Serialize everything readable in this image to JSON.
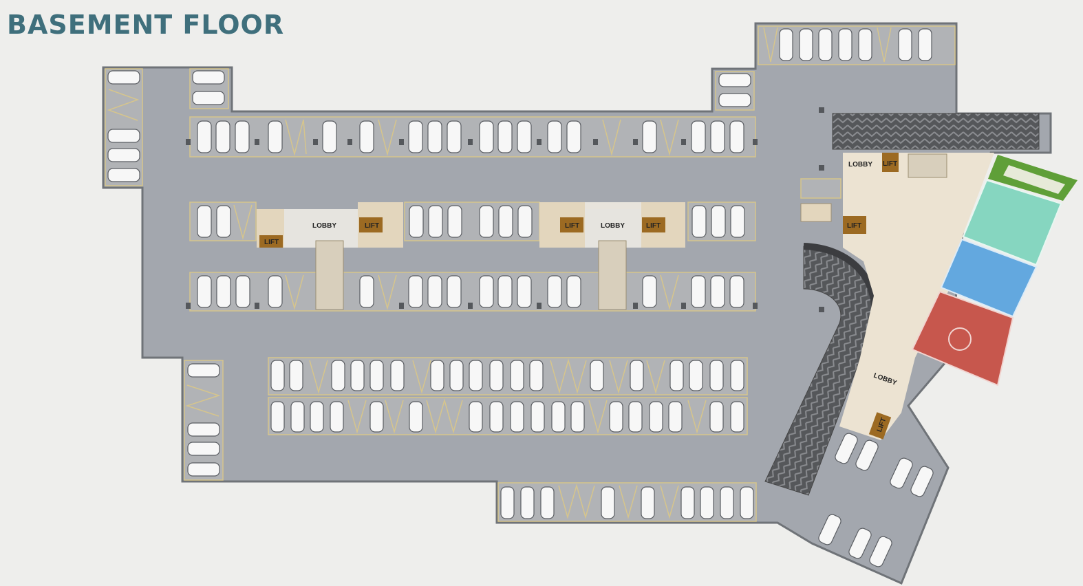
{
  "title": "BASEMENT FLOOR",
  "labels": {
    "lobby": "LOBBY",
    "lift": "LIFT"
  },
  "colors": {
    "title": "#3f6f7c",
    "floor": "#a3a7ae",
    "parking_bay": "#b1b3b6",
    "bay_line": "#d6c58c",
    "lobby": "#e3d6bd",
    "lift": "#9c6a22",
    "ramp": "#5d5f62",
    "grass": "#5f9f38",
    "court_teal": "#86d6c0",
    "court_blue": "#63a8df",
    "court_red": "#c7574d"
  }
}
